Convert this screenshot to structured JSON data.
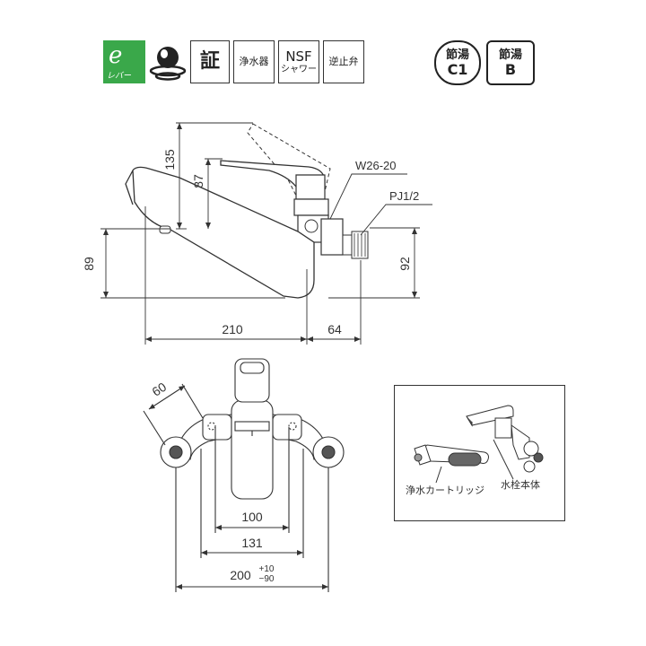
{
  "badges": {
    "eco_mark": "e",
    "eco_sub": "レバー",
    "cert": "証",
    "water_purifier": "浄水器",
    "nsf_top": "NSF",
    "nsf_bottom": "シャワー",
    "check_valve": "逆止弁",
    "setsuyu_c1_top": "節湯",
    "setsuyu_c1_bottom": "C1",
    "setsuyu_b_top": "節湯",
    "setsuyu_b_bottom": "B"
  },
  "side_view": {
    "dim_135": "135",
    "dim_87": "87",
    "dim_89": "89",
    "dim_92": "92",
    "dim_210": "210",
    "dim_64": "64",
    "thread_label": "W26-20",
    "pipe_label": "PJ1/2"
  },
  "front_view": {
    "dim_60": "60",
    "dim_100": "100",
    "dim_131": "131",
    "dim_200": "200",
    "tol_plus": "+10",
    "tol_minus": "−90"
  },
  "inset": {
    "cartridge_label": "浄水カートリッジ",
    "body_label": "水栓本体"
  },
  "colors": {
    "line": "#333333",
    "eco_green": "#3aa84a",
    "part_fill": "#ffffff",
    "dark_part": "#555555"
  }
}
